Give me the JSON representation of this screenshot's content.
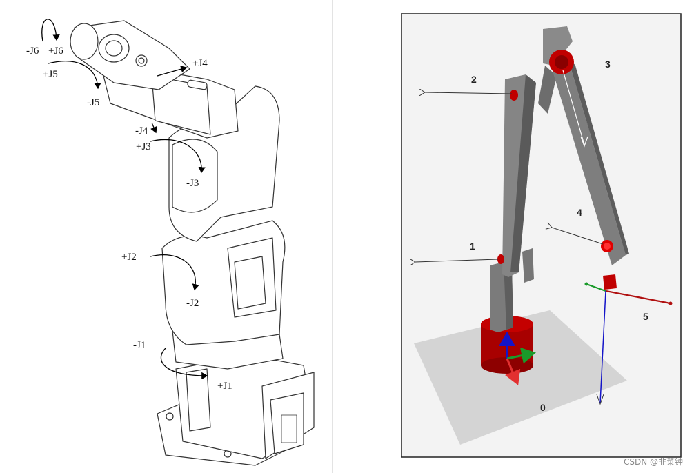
{
  "left_diagram": {
    "joint_labels": [
      "-J6",
      "+J6",
      "+J5",
      "-J5",
      "+J4",
      "-J4",
      "+J3",
      "-J3",
      "+J2",
      "-J2",
      "-J1",
      "+J1"
    ]
  },
  "right_diagram": {
    "frame_labels": [
      "0",
      "1",
      "2",
      "3",
      "4",
      "5"
    ]
  },
  "watermark": "CSDN @韭菜钟",
  "colors": {
    "link_gray": "#7b7b7b",
    "joint_red": "#c00000",
    "axis_x_red": "#e23030",
    "axis_y_green": "#1a9a2a",
    "axis_z_blue": "#1414c8",
    "floor_gray": "#d4d4d4"
  }
}
